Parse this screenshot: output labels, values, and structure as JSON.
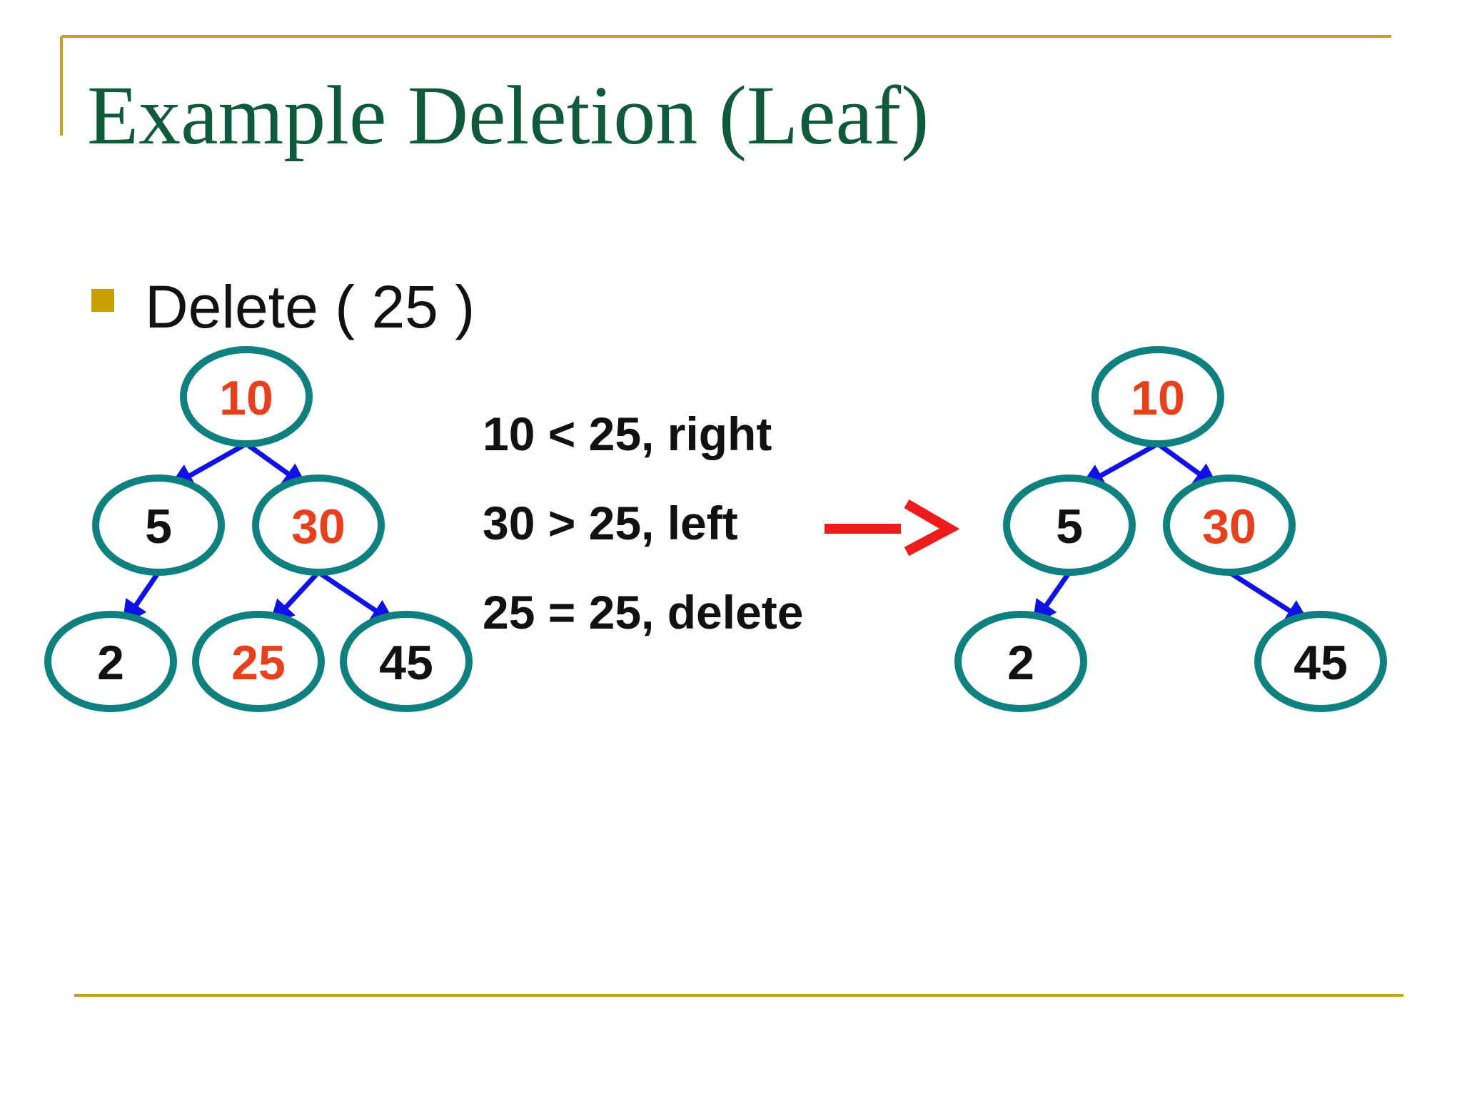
{
  "title": "Example Deletion (Leaf)",
  "bullet": {
    "text": "Delete ( 25 )"
  },
  "steps": [
    "10 < 25, right",
    "30 > 25, left",
    "25 = 25, delete"
  ],
  "colors": {
    "title": "#0e5a3a",
    "rule": "#c8a030",
    "bullet": "#c8a000",
    "node_border": "#0e8080",
    "edge": "#1010e8",
    "highlight_text": "#e8401c",
    "normal_text": "#111111",
    "transform_arrow": "#ee1c1c"
  },
  "trees": {
    "before": {
      "nodes": [
        {
          "id": "b10",
          "label": "10",
          "highlight": true
        },
        {
          "id": "b5",
          "label": "5",
          "highlight": false
        },
        {
          "id": "b30",
          "label": "30",
          "highlight": true
        },
        {
          "id": "b2",
          "label": "2",
          "highlight": false
        },
        {
          "id": "b25",
          "label": "25",
          "highlight": true
        },
        {
          "id": "b45",
          "label": "45",
          "highlight": false
        }
      ],
      "edges": [
        {
          "from": "b10",
          "to": "b5"
        },
        {
          "from": "b10",
          "to": "b30"
        },
        {
          "from": "b5",
          "to": "b2"
        },
        {
          "from": "b30",
          "to": "b25"
        },
        {
          "from": "b30",
          "to": "b45"
        }
      ]
    },
    "after": {
      "nodes": [
        {
          "id": "a10",
          "label": "10",
          "highlight": true
        },
        {
          "id": "a5",
          "label": "5",
          "highlight": false
        },
        {
          "id": "a30",
          "label": "30",
          "highlight": true
        },
        {
          "id": "a2",
          "label": "2",
          "highlight": false
        },
        {
          "id": "a45",
          "label": "45",
          "highlight": false
        }
      ],
      "edges": [
        {
          "from": "a10",
          "to": "a5"
        },
        {
          "from": "a10",
          "to": "a30"
        },
        {
          "from": "a5",
          "to": "a2"
        },
        {
          "from": "a30",
          "to": "a45"
        }
      ]
    }
  }
}
